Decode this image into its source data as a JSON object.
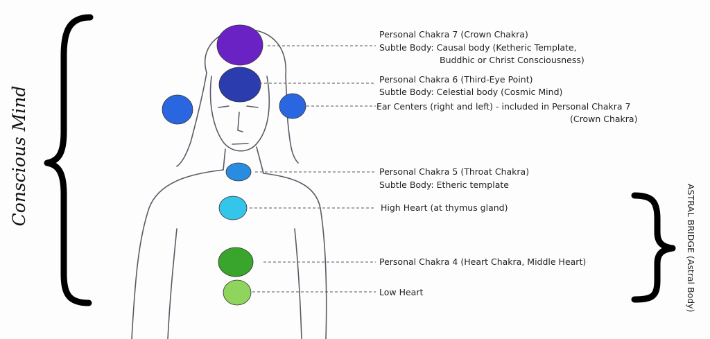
{
  "side_labels": {
    "left": "Conscious Mind",
    "right": "ASTRAL BRIDGE (Astral Body)"
  },
  "chakras": [
    {
      "name": "crown",
      "color": "#6a22c4",
      "lines": [
        "Personal Chakra 7 (Crown Chakra)",
        "Subtle Body: Causal body (Ketheric Template,",
        "Buddhic or Christ Consciousness)"
      ]
    },
    {
      "name": "third-eye",
      "color": "#2a3cae",
      "lines": [
        "Personal Chakra 6 (Third-Eye Point)",
        "Subtle Body: Celestial body (Cosmic Mind)"
      ]
    },
    {
      "name": "ear-centers",
      "color": "#2a66e0",
      "lines": [
        "Ear Centers (right and left) - included in Personal Chakra 7",
        "(Crown Chakra)"
      ]
    },
    {
      "name": "throat",
      "color": "#2a8ce0",
      "lines": [
        "Personal Chakra 5 (Throat Chakra)",
        "Subtle Body: Etheric template"
      ]
    },
    {
      "name": "high-heart",
      "color": "#34c6ea",
      "lines": [
        "High Heart (at thymus gland)"
      ]
    },
    {
      "name": "heart",
      "color": "#3aa52c",
      "lines": [
        "Personal Chakra 4 (Heart Chakra, Middle Heart)"
      ]
    },
    {
      "name": "low-heart",
      "color": "#8fd45c",
      "lines": [
        "Low Heart"
      ]
    }
  ]
}
